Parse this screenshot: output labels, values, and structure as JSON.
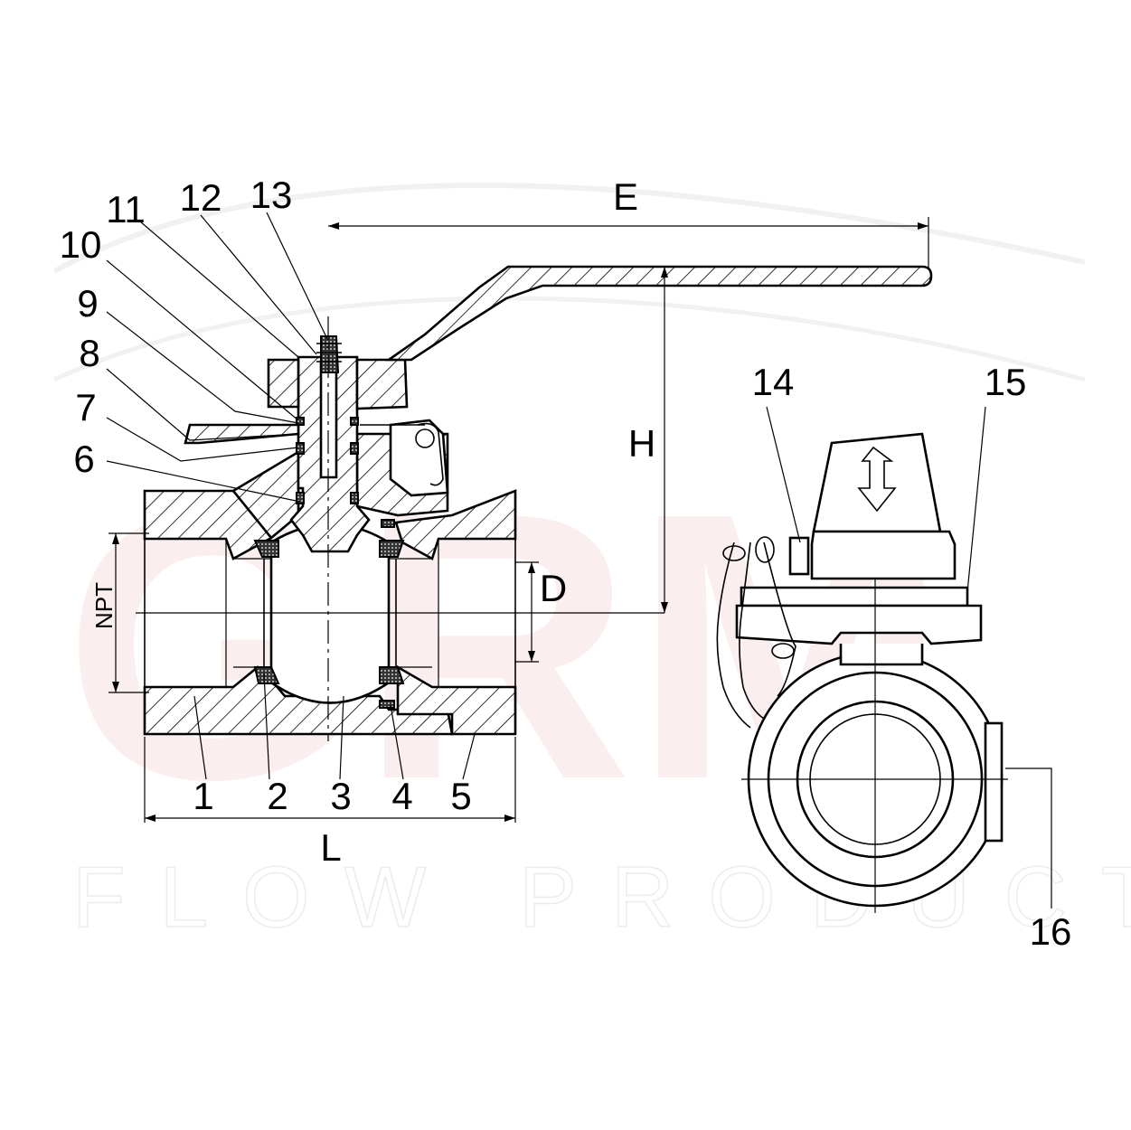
{
  "watermark": {
    "brand": "GRM",
    "text": "FLOW PRODUCTS"
  },
  "part_numbers": [
    "1",
    "2",
    "3",
    "4",
    "5",
    "6",
    "7",
    "8",
    "9",
    "10",
    "11",
    "12",
    "13",
    "14",
    "15",
    "16"
  ],
  "dimensions": {
    "e": "E",
    "h": "H",
    "l": "L",
    "d": "D",
    "npt": "NPT"
  }
}
